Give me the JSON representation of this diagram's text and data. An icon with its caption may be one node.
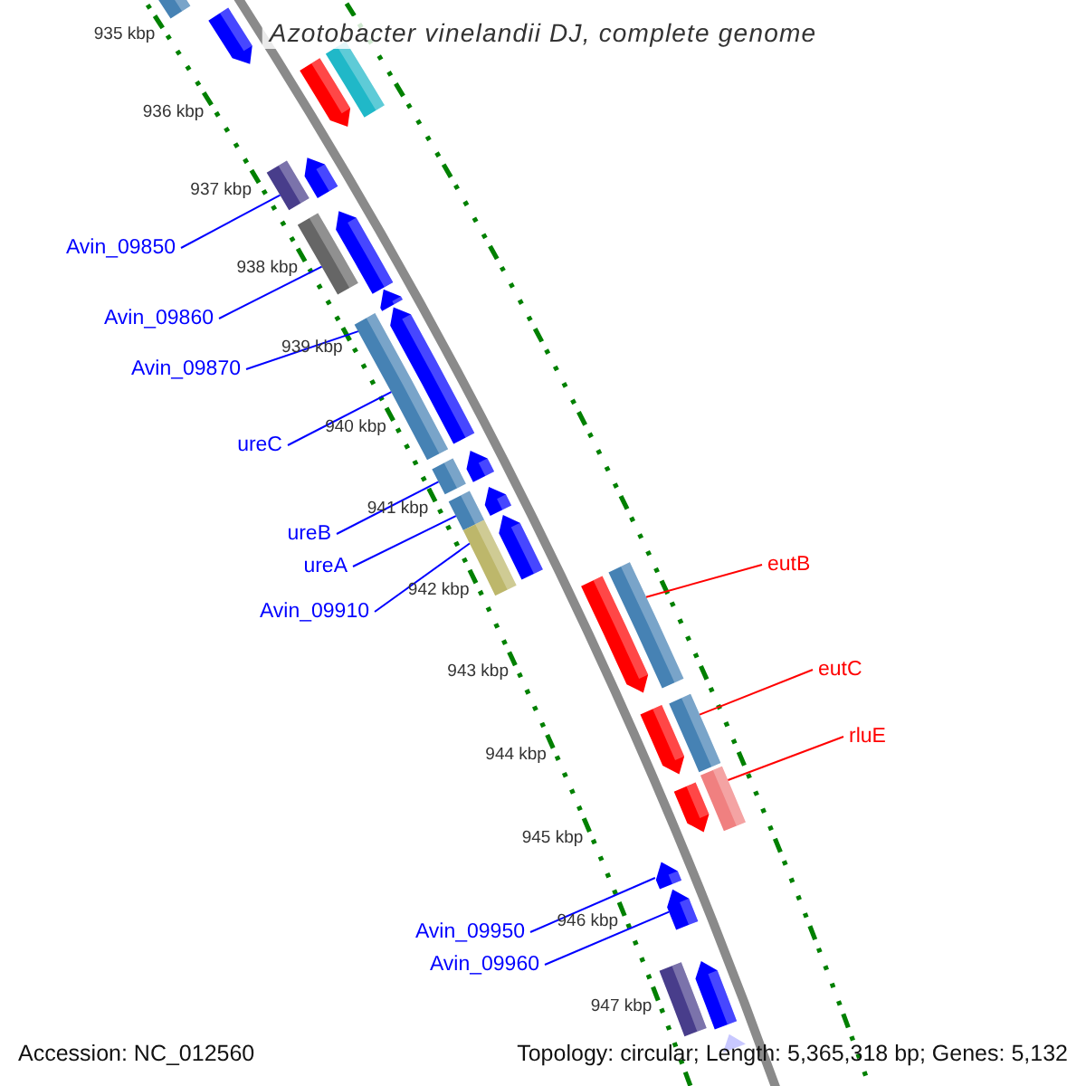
{
  "diagram": {
    "title": "Azotobacter vinelandii DJ, complete genome",
    "nodes": [
      {
        "text": [
          "Avin_09850"
        ]
      },
      {
        "text": [
          "Avin_09860"
        ]
      },
      {
        "text": [
          "Avin_09870"
        ]
      },
      {
        "text": [
          "ureC"
        ]
      },
      {
        "text": [
          "ureB"
        ]
      },
      {
        "text": [
          "ureA"
        ]
      },
      {
        "text": [
          "Avin_09910"
        ]
      },
      {
        "text": [
          "eutB"
        ]
      },
      {
        "text": [
          "eutC"
        ]
      },
      {
        "text": [
          "rluE"
        ]
      },
      {
        "text": [
          "Avin_09950"
        ]
      },
      {
        "text": [
          "Avin_09960"
        ]
      },
      {
        "text": [],
        "shape": "bar"
      },
      {
        "text": [],
        "shape": "arrow"
      },
      {
        "text": [],
        "shape": "bar"
      },
      {
        "text": [],
        "shape": "arrow"
      },
      {
        "text": [],
        "shape": "arrow"
      },
      {
        "text": [],
        "shape": "bar"
      },
      {
        "text": [],
        "shape": "arrow"
      },
      {
        "text": [],
        "shape": "bar"
      },
      {
        "text": [],
        "shape": "arrow"
      },
      {
        "text": [],
        "shape": "arrow"
      },
      {
        "text": [],
        "shape": "bar"
      },
      {
        "text": [],
        "shape": "arrow"
      },
      {
        "text": [],
        "shape": "bar"
      },
      {
        "text": [],
        "shape": "arrow"
      },
      {
        "text": [],
        "shape": "bar"
      },
      {
        "text": [],
        "shape": "arrow"
      },
      {
        "text": [],
        "shape": "bar"
      },
      {
        "text": [],
        "shape": "bar"
      },
      {
        "text": [],
        "shape": "arrow"
      },
      {
        "text": [],
        "shape": "bar"
      },
      {
        "text": [],
        "shape": "arrow"
      },
      {
        "text": [],
        "shape": "bar"
      },
      {
        "text": [],
        "shape": "arrow"
      },
      {
        "text": [],
        "shape": "arrow"
      },
      {
        "text": [],
        "shape": "arrow"
      },
      {
        "text": [],
        "shape": "arrow"
      },
      {
        "text": [],
        "shape": "bar"
      },
      {
        "text": [],
        "shape": "arrow"
      }
    ],
    "edges": [
      {
        "from": 0,
        "to": 17,
        "arrow": "none"
      },
      {
        "from": 1,
        "to": 19,
        "arrow": "none"
      },
      {
        "from": 2,
        "to": 22,
        "arrow": "none"
      },
      {
        "from": 3,
        "to": 22,
        "arrow": "none"
      },
      {
        "from": 4,
        "to": 24,
        "arrow": "none"
      },
      {
        "from": 5,
        "to": 26,
        "arrow": "none"
      },
      {
        "from": 6,
        "to": 28,
        "arrow": "none"
      },
      {
        "from": 7,
        "to": 29,
        "arrow": "none",
        "color": "#ff0000"
      },
      {
        "from": 8,
        "to": 31,
        "arrow": "none",
        "color": "#ff0000"
      },
      {
        "from": 9,
        "to": 33,
        "arrow": "none",
        "color": "#ff0000"
      },
      {
        "from": 10,
        "to": 35,
        "arrow": "none"
      },
      {
        "from": 11,
        "to": 36,
        "arrow": "none"
      }
    ],
    "labels": [
      "935 kbp",
      "936 kbp",
      "937 kbp",
      "938 kbp",
      "939 kbp",
      "940 kbp",
      "941 kbp",
      "942 kbp",
      "943 kbp",
      "944 kbp",
      "945 kbp",
      "946 kbp",
      "947 kbp",
      "Accession: NC_012560",
      "Topology: circular; Length: 5,365,318 bp; Genes: 5,132"
    ]
  }
}
